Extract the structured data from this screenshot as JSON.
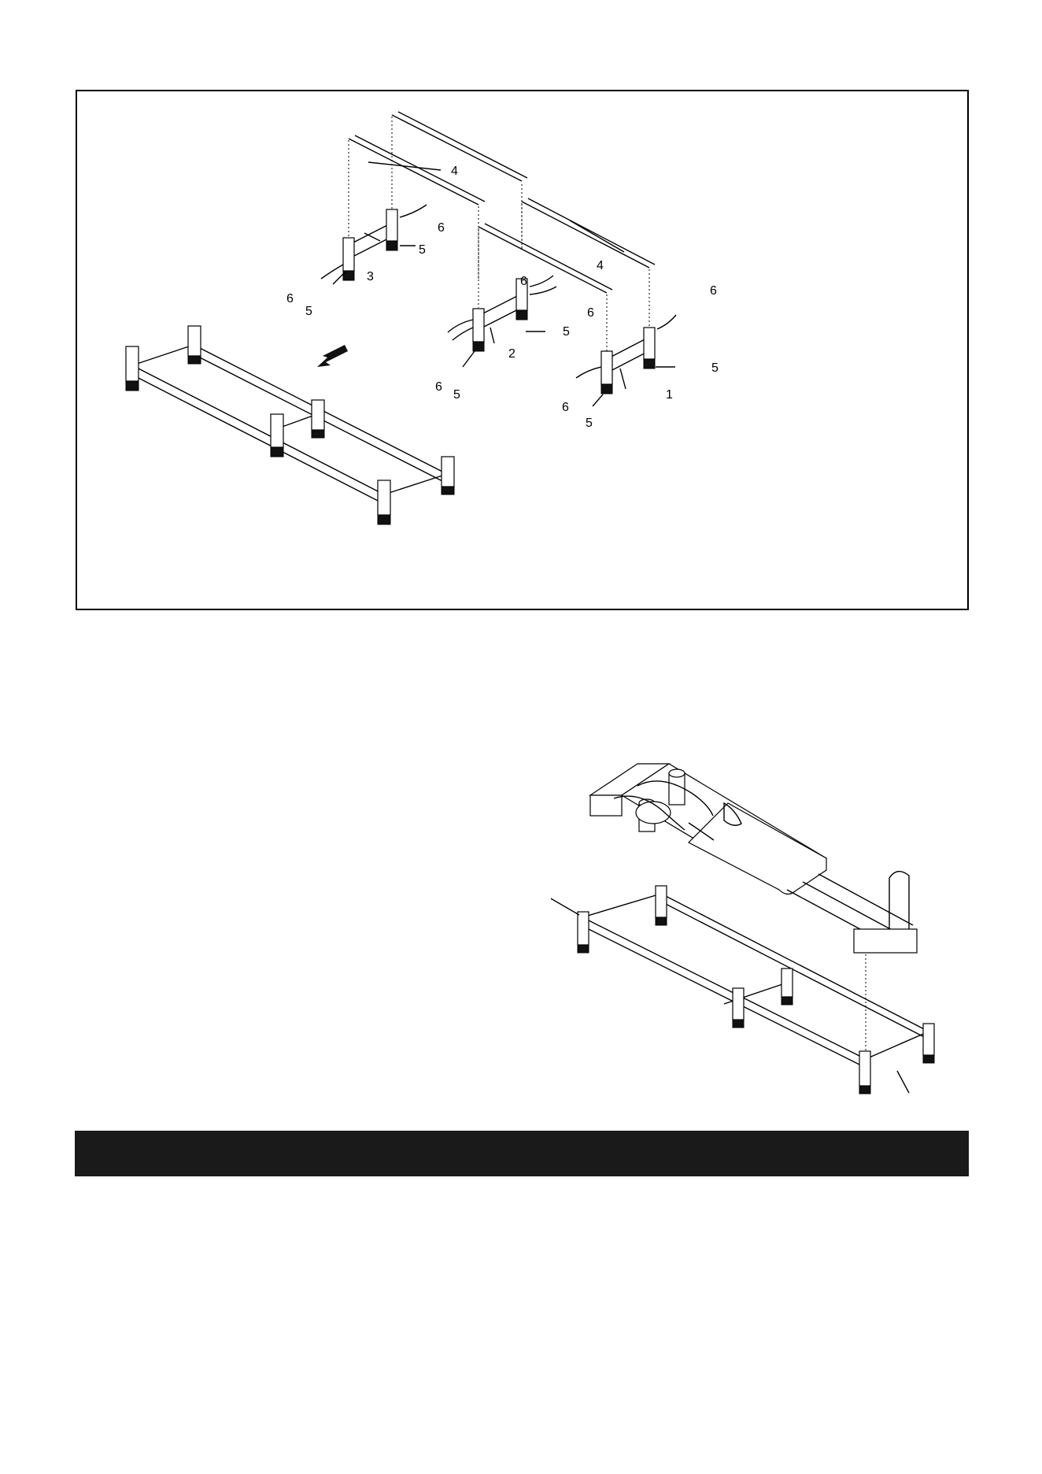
{
  "colors": {
    "line": "#000000",
    "band": "#1a1a1a",
    "background": "#ffffff"
  },
  "figure1": {
    "callouts": [
      {
        "id": "c4a",
        "label": "4"
      },
      {
        "id": "c4b",
        "label": "4"
      },
      {
        "id": "c6a",
        "label": "6"
      },
      {
        "id": "c5a",
        "label": "5"
      },
      {
        "id": "c3",
        "label": "3"
      },
      {
        "id": "c6b",
        "label": "6"
      },
      {
        "id": "c5b",
        "label": "5"
      },
      {
        "id": "c6c",
        "label": "6"
      },
      {
        "id": "c6d",
        "label": "6"
      },
      {
        "id": "c5c",
        "label": "5"
      },
      {
        "id": "c2",
        "label": "2"
      },
      {
        "id": "c6e",
        "label": "6"
      },
      {
        "id": "c5d",
        "label": "5"
      },
      {
        "id": "c6f",
        "label": "6"
      },
      {
        "id": "c5e",
        "label": "5"
      },
      {
        "id": "c1",
        "label": "1"
      },
      {
        "id": "c6g",
        "label": "6"
      },
      {
        "id": "c5f",
        "label": "5"
      }
    ]
  },
  "figure2": {},
  "band": {}
}
